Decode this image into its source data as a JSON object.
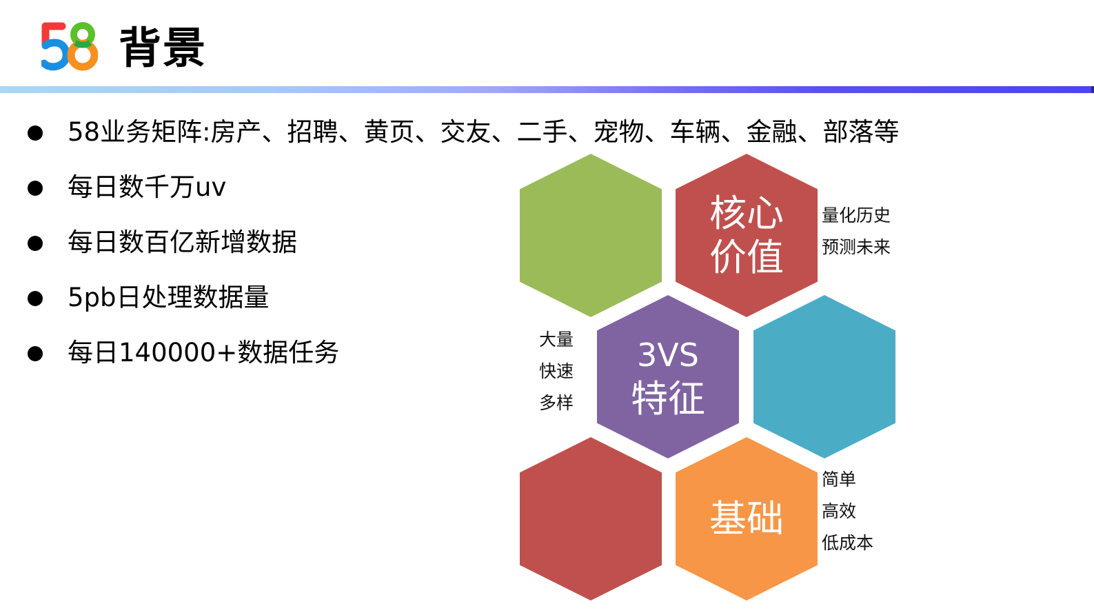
{
  "header": {
    "logo_text": "58",
    "title": "背景"
  },
  "bullets": [
    "58业务矩阵:房产、招聘、黄页、交友、二手、宠物、车辆、金融、部落等",
    "每日数千万uv",
    "每日数百亿新增数据",
    "5pb日处理数据量",
    "每日140000+数据任务"
  ],
  "diagram": {
    "hexagons": [
      {
        "id": "green",
        "color": "#9bbb59",
        "line1": "",
        "line2": ""
      },
      {
        "id": "core-value",
        "color": "#c0504d",
        "line1": "核心",
        "line2": "价值"
      },
      {
        "id": "3vs",
        "color": "#8064a2",
        "line1": "3VS",
        "line2": "特征"
      },
      {
        "id": "blue",
        "color": "#4bacc6",
        "line1": "",
        "line2": ""
      },
      {
        "id": "red-bottom",
        "color": "#c0504d",
        "line1": "",
        "line2": ""
      },
      {
        "id": "foundation",
        "color": "#f79646",
        "line1": "基础",
        "line2": ""
      }
    ],
    "core_value_notes": [
      "量化历史",
      "预测未来"
    ],
    "features_notes": [
      "大量",
      "快速",
      "多样"
    ],
    "foundation_notes": [
      "简单",
      "高效",
      "低成本"
    ]
  },
  "colors": {
    "logo_red": "#f03a3a",
    "logo_blue": "#1a8fe0",
    "logo_green": "#5cc02a",
    "logo_orange": "#f7901e"
  }
}
